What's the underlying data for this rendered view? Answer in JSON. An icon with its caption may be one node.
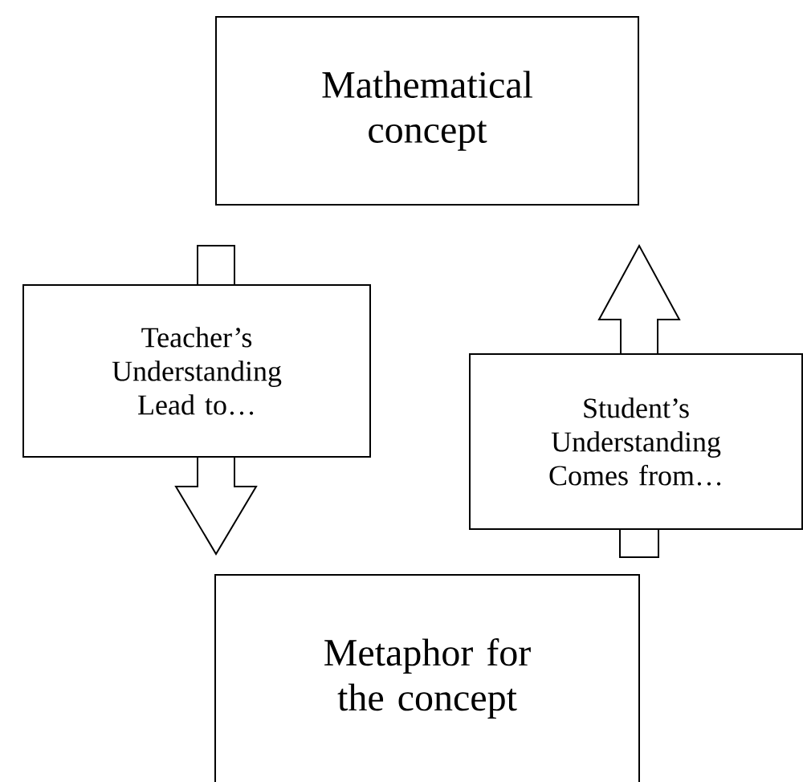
{
  "diagram": {
    "nodes": [
      {
        "text": [
          "Mathematical concept"
        ]
      },
      {
        "text": [
          "Teacher’s Understanding Lead to…"
        ]
      },
      {
        "text": [
          "Student’s Understanding Comes from…"
        ]
      },
      {
        "text": [
          "Metaphor for the concept"
        ]
      }
    ],
    "edges": [
      {
        "from": 1,
        "to": 3,
        "arrow": "to"
      },
      {
        "from": 2,
        "to": 0,
        "arrow": "to"
      }
    ]
  }
}
